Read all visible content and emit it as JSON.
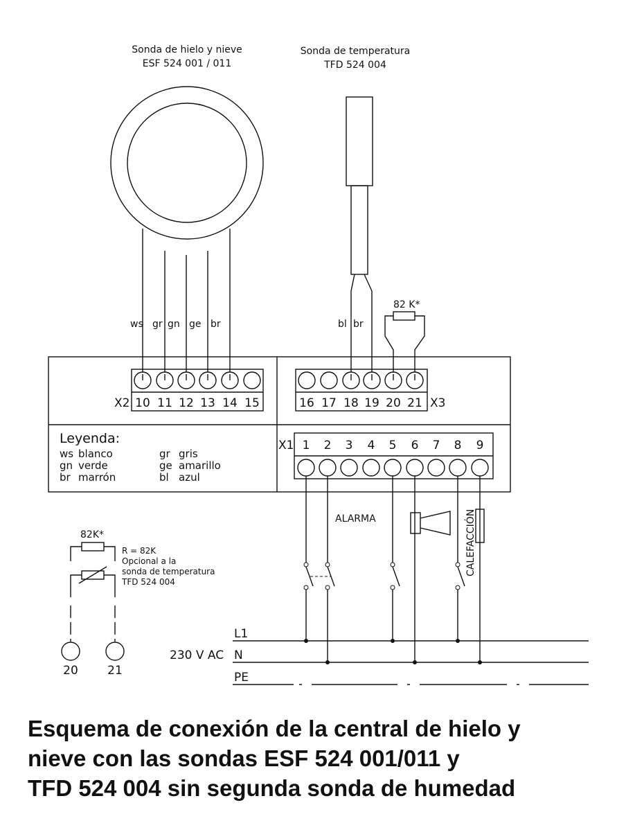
{
  "probes": {
    "ice_snow": {
      "title": "Sonda de hielo y nieve",
      "model": "ESF 524 001 / 011",
      "wires": [
        "ws",
        "gr",
        "gn",
        "ge",
        "br"
      ]
    },
    "temperature": {
      "title": "Sonda de temperatura",
      "model": "TFD 524 004",
      "wires": [
        "bl",
        "br"
      ]
    }
  },
  "resistor_label": "82 K*",
  "terminals": {
    "x2": {
      "label": "X2",
      "numbers": [
        "10",
        "11",
        "12",
        "13",
        "14",
        "15"
      ]
    },
    "x3": {
      "label": "X3",
      "numbers": [
        "16",
        "17",
        "18",
        "19",
        "20",
        "21"
      ]
    },
    "x1": {
      "label": "X1",
      "numbers": [
        "1",
        "2",
        "3",
        "4",
        "5",
        "6",
        "7",
        "8",
        "9"
      ]
    }
  },
  "legend": {
    "title": "Leyenda:",
    "items": [
      {
        "code": "ws",
        "name": "blanco"
      },
      {
        "code": "gn",
        "name": "verde"
      },
      {
        "code": "br",
        "name": "marrón"
      },
      {
        "code": "gr",
        "name": "gris"
      },
      {
        "code": "ge",
        "name": "amarillo"
      },
      {
        "code": "bl",
        "name": "azul"
      }
    ]
  },
  "alarm_label": "ALARMA",
  "heating_label": "CALEFACCIÓN",
  "supply": {
    "voltage": "230 V AC",
    "lines": [
      "L1",
      "N",
      "PE"
    ]
  },
  "detail": {
    "resistor_label": "82K*",
    "notes": [
      "R = 82K",
      "Opcional a la",
      "sonda de temperatura",
      "TFD 524 004"
    ],
    "terminals": [
      "20",
      "21"
    ]
  },
  "caption": [
    "Esquema de conexión de la central de hielo y",
    "nieve con las sondas ESF 524 001/011 y",
    "TFD 524 004 sin segunda sonda de humedad"
  ]
}
